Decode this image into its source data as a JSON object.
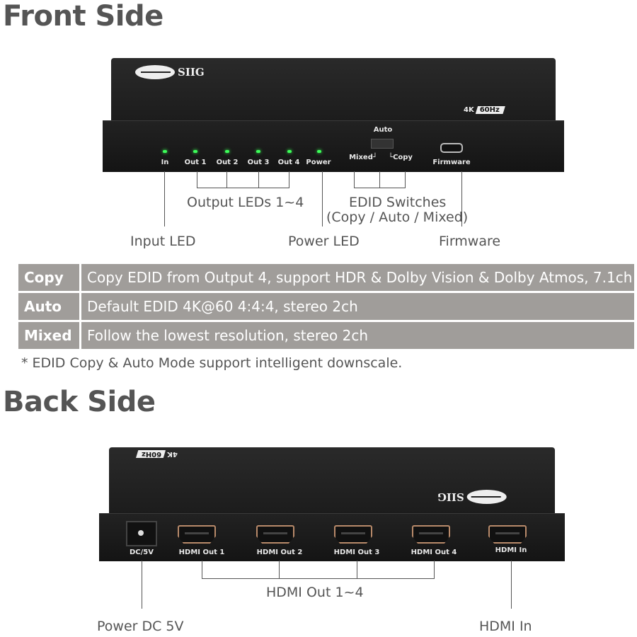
{
  "front": {
    "heading": "Front Side",
    "brand": "SIIG",
    "badge_k": "4K",
    "badge_hz": "60Hz",
    "switch_top_label": "Auto",
    "panel_labels": {
      "in": "In",
      "out1": "Out 1",
      "out2": "Out 2",
      "out3": "Out 3",
      "out4": "Out 4",
      "power": "Power",
      "mixed": "Mixed┘",
      "copy": "└Copy",
      "firmware": "Firmware"
    },
    "callouts": {
      "output_leds": "Output LEDs 1~4",
      "edid_switches": "EDID Switches",
      "edid_modes": "(Copy / Auto / Mixed)",
      "input_led": "Input LED",
      "power_led": "Power LED",
      "firmware": "Firmware"
    }
  },
  "edid_table": {
    "rows": [
      {
        "mode": "Copy",
        "description": "Copy EDID from Output 4, support HDR & Dolby Vision & Dolby Atmos, 7.1ch"
      },
      {
        "mode": "Auto",
        "description": "Default EDID 4K@60 4:4:4, stereo 2ch"
      },
      {
        "mode": "Mixed",
        "description": "Follow the lowest resolution, stereo 2ch"
      }
    ],
    "footnote": "* EDID Copy & Auto Mode support intelligent downscale."
  },
  "back": {
    "heading": "Back Side",
    "brand": "SIIG",
    "badge_k": "4K",
    "badge_hz": "60Hz",
    "panel_labels": {
      "dc": "DC/5V",
      "out1": "HDMI Out 1",
      "out2": "HDMI Out 2",
      "out3": "HDMI Out 3",
      "out4": "HDMI Out 4",
      "in": "HDMI In"
    },
    "callouts": {
      "hdmi_out": "HDMI Out 1~4",
      "power_dc": "Power DC 5V",
      "hdmi_in": "HDMI In"
    }
  },
  "colors": {
    "heading": "#555555",
    "table_bg": "#a09d9a",
    "led_green": "#3dff5a",
    "device_body": "#1c1c1c"
  }
}
